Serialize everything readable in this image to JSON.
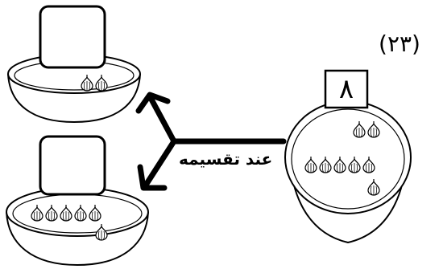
{
  "problem": {
    "number": "(٢٣)",
    "operation_label": "عند تقسيمه"
  },
  "source_bowl": {
    "box_value": "٨",
    "garlic_rows": [
      2,
      5,
      1
    ]
  },
  "result_bowls": [
    {
      "box_value": "",
      "garlic_rows": [
        2
      ]
    },
    {
      "box_value": "",
      "garlic_rows": [
        5,
        1
      ]
    }
  ],
  "icons": {
    "garlic": "garlic-icon",
    "arrow": "arrow-icon"
  }
}
